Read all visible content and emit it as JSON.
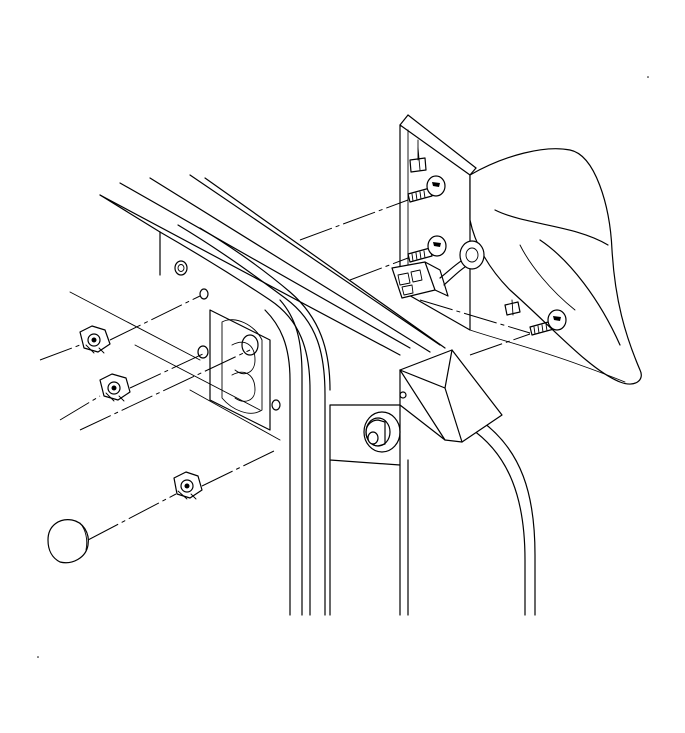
{
  "diagram": {
    "kind": "exploded-assembly-line-drawing",
    "parts": [
      {
        "id": "mirror-housing",
        "icon": "mirror-icon"
      },
      {
        "id": "mirror-mount-plate",
        "icon": "plate-icon"
      },
      {
        "id": "upper-screw",
        "icon": "screw-icon"
      },
      {
        "id": "middle-screw",
        "icon": "screw-icon"
      },
      {
        "id": "lower-screw",
        "icon": "screw-icon"
      },
      {
        "id": "wiring-connector",
        "icon": "connector-icon"
      },
      {
        "id": "hex-nut-upper",
        "icon": "hex-nut-icon"
      },
      {
        "id": "hex-nut-middle",
        "icon": "hex-nut-icon"
      },
      {
        "id": "hex-nut-lower",
        "icon": "hex-nut-icon"
      },
      {
        "id": "nut-cap",
        "icon": "cap-icon"
      },
      {
        "id": "door-frame",
        "icon": "door-frame-icon"
      }
    ],
    "stroke_color": "#000000",
    "background_color": "#ffffff"
  }
}
